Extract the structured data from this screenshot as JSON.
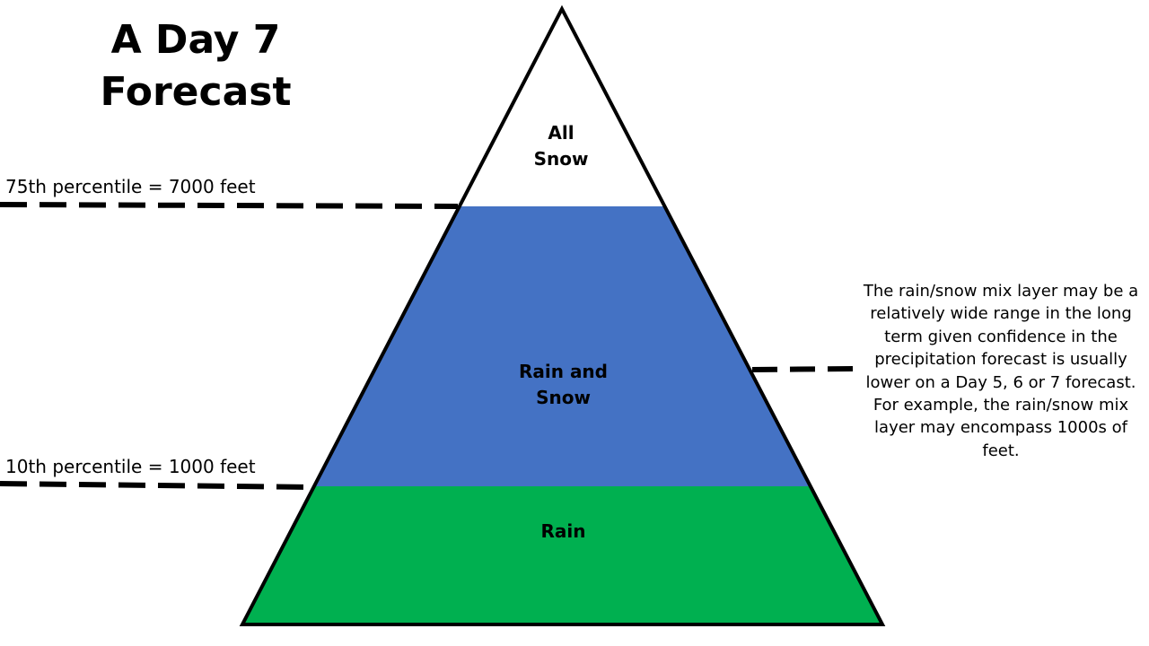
{
  "title": {
    "line1": "A Day 7",
    "line2": "Forecast"
  },
  "percentiles": {
    "p75": "75th percentile = 7000 feet",
    "p10": "10th percentile = 1000 feet"
  },
  "layers": {
    "snow": {
      "line1": "All",
      "line2": "Snow",
      "color": "#ffffff"
    },
    "mix": {
      "line1": "Rain and",
      "line2": "Snow",
      "color": "#4472c4"
    },
    "rain": {
      "line1": "Rain",
      "color": "#00b050"
    }
  },
  "note": "The rain/snow mix layer may be a relatively wide range in the long term given confidence in the precipitation forecast is usually lower on a Day 5, 6 or 7 forecast. For example, the rain/snow mix layer may encompass 1000s of feet."
}
